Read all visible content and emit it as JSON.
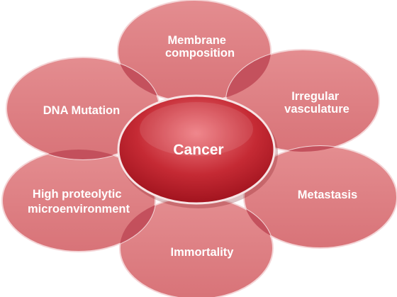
{
  "diagram": {
    "center": {
      "label": "Cancer"
    },
    "petals": [
      {
        "id": "membrane",
        "lines": [
          "Membrane",
          "composition"
        ]
      },
      {
        "id": "vasculature",
        "lines": [
          "Irregular",
          "vasculature"
        ]
      },
      {
        "id": "metastasis",
        "lines": [
          "Metastasis"
        ]
      },
      {
        "id": "immortality",
        "lines": [
          "Immortality"
        ]
      },
      {
        "id": "proteolytic",
        "lines": [
          "High proteolytic",
          "microenvironment"
        ]
      },
      {
        "id": "dna",
        "lines": [
          "DNA Mutation"
        ]
      }
    ],
    "colors": {
      "petal_fill": "#df8386",
      "petal_overlap": "#c24f5b",
      "petal_edge": "#f4d4d6",
      "center_light": "#e9656c",
      "center_dark": "#a4121d",
      "center_edge": "#f7e4e5"
    }
  }
}
